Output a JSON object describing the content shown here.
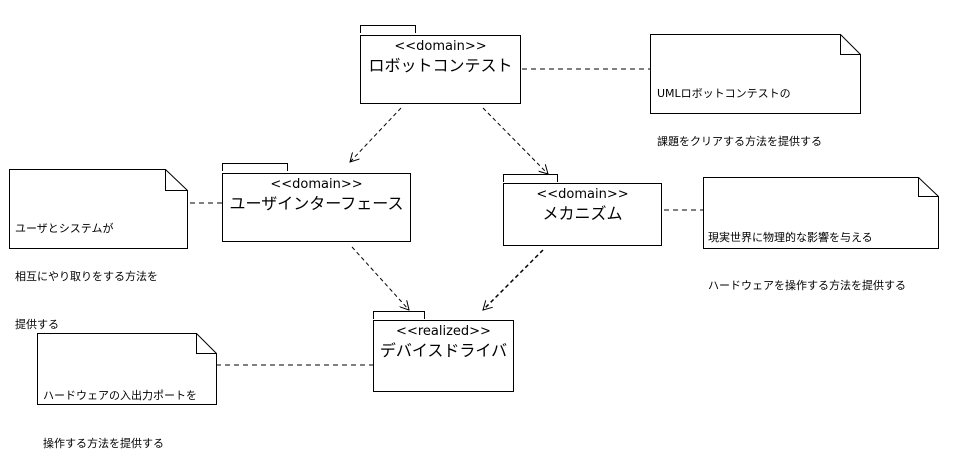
{
  "packages": {
    "robot_contest": {
      "stereotype": "<<domain>>",
      "name": "ロボットコンテスト"
    },
    "user_interface": {
      "stereotype": "<<domain>>",
      "name": "ユーザインターフェース"
    },
    "mechanism": {
      "stereotype": "<<domain>>",
      "name": "メカニズム"
    },
    "device_driver": {
      "stereotype": "<<realized>>",
      "name": "デバイスドライバ"
    }
  },
  "notes": {
    "robot_contest": {
      "line1": "UMLロボットコンテストの",
      "line2": "課題をクリアする方法を提供する"
    },
    "user_interface": {
      "line1": "ユーザとシステムが",
      "line2": "相互にやり取りをする方法を",
      "line3": "提供する"
    },
    "mechanism": {
      "line1": "現実世界に物理的な影響を与える",
      "line2": "ハードウェアを操作する方法を提供する"
    },
    "device_driver": {
      "line1": "ハードウェアの入出力ポートを",
      "line2": "操作する方法を提供する"
    }
  }
}
